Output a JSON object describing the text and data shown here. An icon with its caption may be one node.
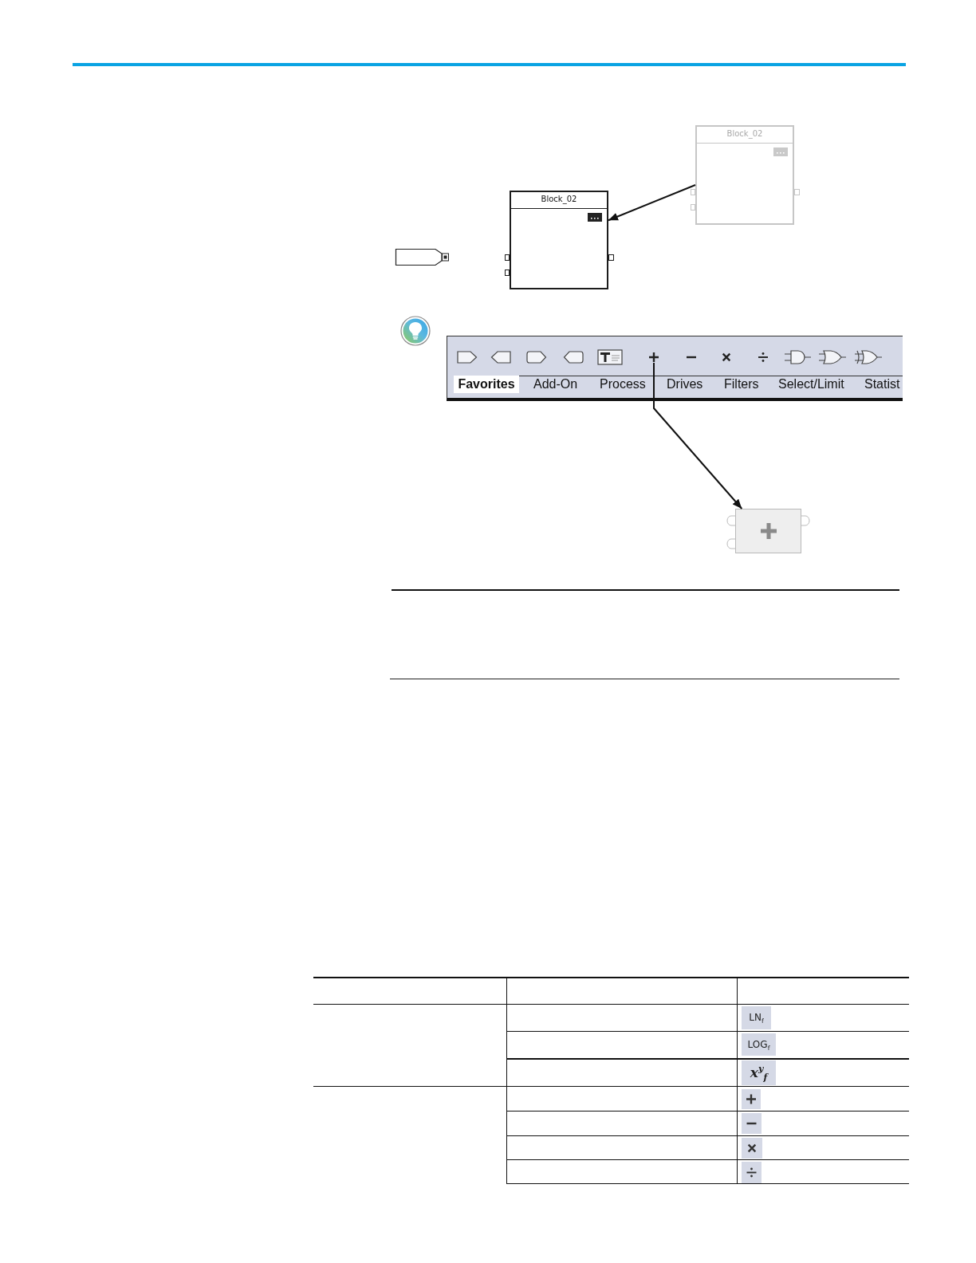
{
  "diagram": {
    "nodes": [
      {
        "text": [
          "Block_02"
        ]
      },
      {
        "text": [
          "Block_02"
        ]
      },
      {
        "text": [],
        "shape": "tag"
      },
      {
        "text": [
          "Favorites",
          "Add-On",
          "Process",
          "Drives",
          "Filters",
          "Select/Limit",
          "Statist"
        ]
      },
      {
        "text": [],
        "shape": "plus",
        "in": 3
      },
      {
        "text": [],
        "shape": "box"
      }
    ],
    "edges": [
      {
        "from": 0,
        "to": 1,
        "arrow": "to"
      },
      {
        "from": 4,
        "to": 5,
        "arrow": "to"
      }
    ],
    "labels": [
      "LN$_{f}$",
      "LOG$_{f}$",
      "x$^{y}$$_{f}$"
    ]
  }
}
